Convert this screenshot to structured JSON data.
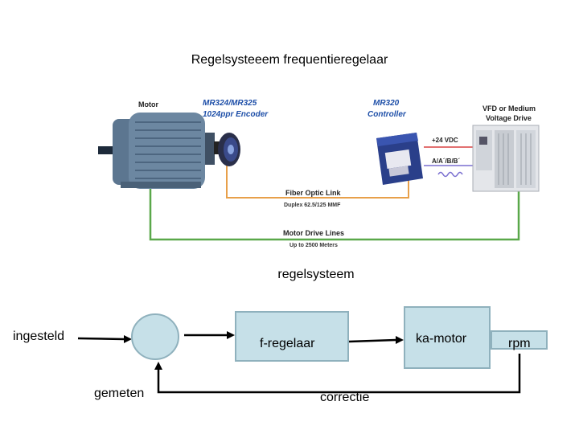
{
  "title": "Regelsysteeem frequentieregelaar",
  "photo": {
    "motor_label": "Motor",
    "encoder_label_1": "MR324/MR325",
    "encoder_label_2": "1024ppr Encoder",
    "controller_label_1": "MR320",
    "controller_label_2": "Controller",
    "vfd_label_1": "VFD or Medium",
    "vfd_label_2": "Voltage Drive",
    "vdc_label": "+24 VDC",
    "signals_label": "A/A´/B/B´",
    "fiber_label": "Fiber Optic Link",
    "fiber_sub": "Duplex 62.5/125 MMF",
    "drive_label": "Motor Drive Lines",
    "drive_sub": "Up to 2500 Meters",
    "colors": {
      "fiber": "#e8a04a",
      "drive": "#5aa84a",
      "signal": "#7a6fd0",
      "vdc": "#d84040"
    }
  },
  "diagram": {
    "caption": "regelsysteem",
    "input_label": "ingesteld",
    "feedback_label": "gemeten",
    "controller_label": "f-regelaar",
    "plant_label": "ka-motor",
    "output_label": "rpm",
    "correction_label": "correctie",
    "colors": {
      "box_fill": "#c6e0e8",
      "box_border": "#8fb1bd"
    }
  }
}
